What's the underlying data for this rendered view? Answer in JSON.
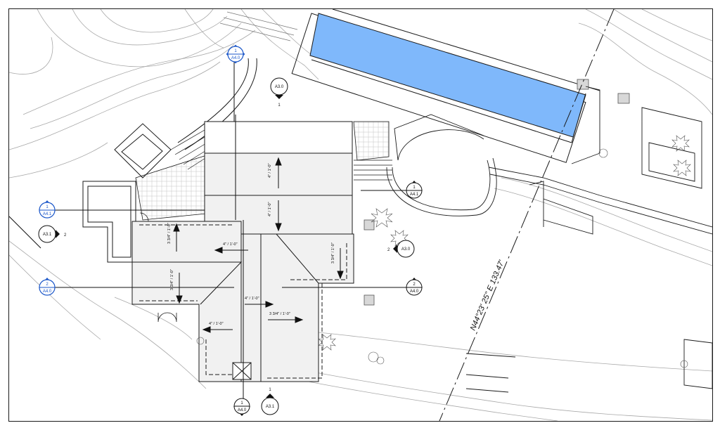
{
  "colors": {
    "pool": "#7fb8fb",
    "roof": "#f1f1f1",
    "line": "#1a1a1a",
    "contour": "#9a9a9a",
    "selected_tag": "#1a56c9"
  },
  "view_tags": {
    "top_selected": {
      "number": "1",
      "sheet": "A4.0"
    },
    "a30_top": {
      "sheet": "A3.0",
      "number": "1"
    },
    "left_a41": {
      "number": "1",
      "sheet": "A4.1"
    },
    "left_a31": {
      "sheet": "A3.1",
      "number": "2"
    },
    "left_a40": {
      "number": "2",
      "sheet": "A4.0"
    },
    "right_a41": {
      "number": "1",
      "sheet": "A4.1"
    },
    "right_a30": {
      "number": "2",
      "sheet": "A3.0"
    },
    "right_a40": {
      "number": "2",
      "sheet": "A4.0"
    },
    "bottom_a40": {
      "number": "1",
      "sheet": "A4.0"
    },
    "bottom_a31": {
      "number": "1",
      "sheet": "A3.1"
    }
  },
  "property_line": {
    "bearing": "N44°23' 25\" E 133.47'"
  },
  "slope_labels": {
    "upper1": "4\" / 1'-0\"",
    "upper2": "4\" / 1'-0\"",
    "left1": "3 3/4\" / 1'-0\"",
    "left2": "3 3/4\" / 1'-0\"",
    "right1": "3 3/4\" / 1'-0\"",
    "mid1": "4\" / 1'-0\"",
    "mid2": "4\" / 1'-0\"",
    "mid3": "4\" / 1'-0\"",
    "mid4": "3 3/4\" / 1'-0\""
  }
}
